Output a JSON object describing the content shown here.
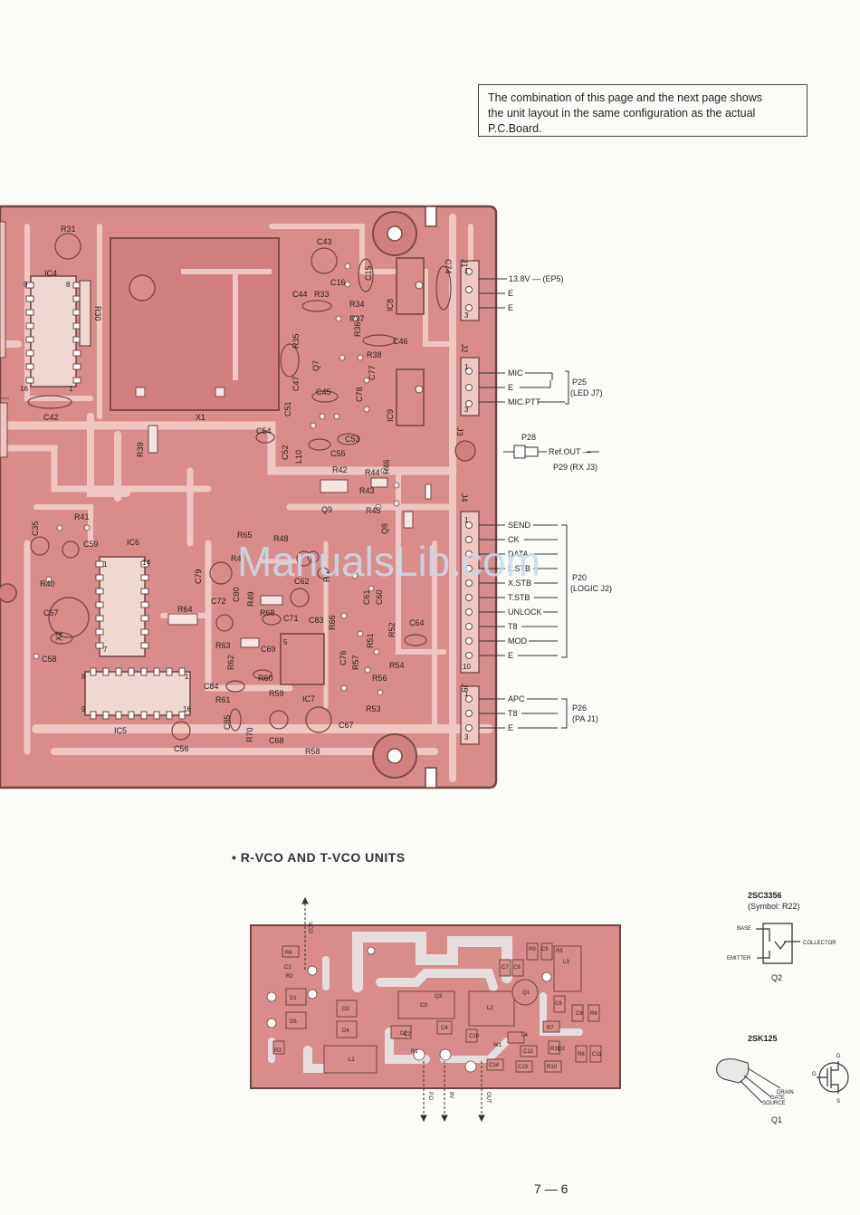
{
  "note": {
    "line1": "The combination of this page and the next page shows",
    "line2": "the unit layout in the same configuration as the actual",
    "line3": "P.C.Board."
  },
  "watermark": "ManualsLib.com",
  "main_board": {
    "components": [
      "R31",
      "IC4",
      "R30",
      "C42",
      "X1",
      "C43",
      "C15",
      "C16",
      "C44",
      "R33",
      "R34",
      "R37",
      "R35",
      "C46",
      "R38",
      "Q7",
      "C47",
      "C45",
      "C51",
      "C78",
      "C77",
      "IC8",
      "IC9",
      "C74",
      "J1",
      "J2",
      "J3",
      "J4",
      "J5",
      "C54",
      "C52",
      "L10",
      "C53",
      "C55",
      "R39",
      "R42",
      "R44",
      "R43",
      "R45",
      "Q9",
      "Q8",
      "C35",
      "R41",
      "C59",
      "IC6",
      "R40",
      "C57",
      "X2",
      "C58",
      "R65",
      "R48",
      "R4",
      "C79",
      "C80",
      "C62",
      "C72",
      "R68",
      "R64",
      "C71",
      "C83",
      "R66",
      "C64",
      "R52",
      "R51",
      "R63",
      "C69",
      "C84",
      "R62",
      "R60",
      "R59",
      "R61",
      "IC7",
      "R54",
      "R56",
      "R53",
      "C85",
      "R70",
      "C68",
      "R58",
      "C67",
      "C56",
      "IC5",
      "R49",
      "R5",
      "C61",
      "C60",
      "R46",
      "C76",
      "R57",
      "R36"
    ],
    "j1_pins": {
      "p1": "1",
      "p3": "3"
    },
    "j2_pins": {
      "p1": "1",
      "p3": "3"
    },
    "j4_pins": {
      "p1": "1",
      "p10": "10"
    },
    "j5_pins": {
      "p1": "1",
      "p3": "3"
    },
    "ic_pins": {
      "ic4_9": "9",
      "ic4_8": "8",
      "ic4_16": "16",
      "ic4_1": "1",
      "ic6_1": "1",
      "ic6_14": "14",
      "ic6_7": "7",
      "ic5_8": "8",
      "ic5_1": "1",
      "ic5_9": "9",
      "ic5_16": "16",
      "ic7_5": "5"
    }
  },
  "connectors": {
    "j1": [
      "13.8V — (EP5)",
      "E",
      "E"
    ],
    "j2": [
      "MIC",
      "E",
      "MIC.PTT"
    ],
    "p25": [
      "P25",
      "(LED J7)"
    ],
    "p28": "P28",
    "refout": "Ref.OUT —",
    "p29": "P29 (RX J3)",
    "j4": [
      "SEND",
      "CK",
      "DATA",
      "L.STB",
      "X.STB",
      "T.STB",
      "UNLOCK",
      "T8",
      "MOD",
      "E"
    ],
    "p20": [
      "P20",
      "(LOGIC J2)"
    ],
    "j5": [
      "APC",
      "T8",
      "E"
    ],
    "p26": [
      "P26",
      "(PA J1)"
    ]
  },
  "vco_section": {
    "title": "• R-VCO AND T-VCO UNITS",
    "top_label": "VCO",
    "bottom_labels": [
      "P.D",
      "8V",
      "OUT"
    ],
    "components": [
      "R4",
      "C1",
      "R3",
      "D1",
      "D2",
      "D3",
      "D4",
      "D5",
      "C2",
      "C3",
      "L1",
      "L2",
      "L3",
      "L4",
      "C4",
      "C5",
      "C6",
      "C7",
      "C8",
      "C9",
      "C10",
      "C11",
      "C12",
      "C13",
      "C14",
      "R5",
      "R6",
      "R7",
      "R8",
      "R9",
      "R10",
      "R11",
      "Q1",
      "Q2",
      "W1",
      "Q3",
      "R1",
      "R2"
    ]
  },
  "transistors": {
    "q2_part": "2SC3356",
    "q2_symbol": "(Symbol: R22)",
    "q2_pins": [
      "BASE",
      "EMITTER",
      "COLLECTOR"
    ],
    "q2_name": "Q2",
    "q1_part": "2SK125",
    "q1_pins": [
      "DRAIN",
      "GATE",
      "SOURCE"
    ],
    "q1_symbol_pins": [
      "D",
      "G",
      "S"
    ],
    "q1_name": "Q1"
  },
  "page_number": "7 — 6",
  "colors": {
    "board": "#d98d8a",
    "trace": "#efc6c2",
    "board_edge": "#7a4a48",
    "pad": "#f6e4e1"
  }
}
